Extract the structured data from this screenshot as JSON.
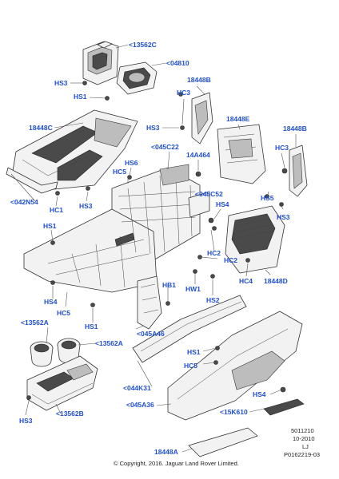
{
  "labels": [
    {
      "id": "l13562C",
      "text": "<13562C"
    },
    {
      "id": "l04810",
      "text": "<04810"
    },
    {
      "id": "lHS3a",
      "text": "HS3"
    },
    {
      "id": "lHS1a",
      "text": "HS1"
    },
    {
      "id": "l18448Ba",
      "text": "18448B"
    },
    {
      "id": "lHC3a",
      "text": "HC3"
    },
    {
      "id": "lHS3b",
      "text": "HS3"
    },
    {
      "id": "l18448C",
      "text": "18448C"
    },
    {
      "id": "l18448E",
      "text": "18448E"
    },
    {
      "id": "l18448Bb",
      "text": "18448B"
    },
    {
      "id": "l045C22",
      "text": "<045C22"
    },
    {
      "id": "l14A464",
      "text": "14A464"
    },
    {
      "id": "lHC3b",
      "text": "HC3"
    },
    {
      "id": "lHS6",
      "text": "HS6"
    },
    {
      "id": "lHC5a",
      "text": "HC5"
    },
    {
      "id": "l045C52",
      "text": "<045C52"
    },
    {
      "id": "lHS5",
      "text": "HS5"
    },
    {
      "id": "l042N54",
      "text": "<042N54"
    },
    {
      "id": "lHC1",
      "text": "HC1"
    },
    {
      "id": "lHS3c",
      "text": "HS3"
    },
    {
      "id": "lHS4a",
      "text": "HS4"
    },
    {
      "id": "lHS3d",
      "text": "HS3"
    },
    {
      "id": "lHS1b",
      "text": "HS1"
    },
    {
      "id": "lHC2a",
      "text": "HC2"
    },
    {
      "id": "lHC2b",
      "text": "HC2"
    },
    {
      "id": "lHC4",
      "text": "HC4"
    },
    {
      "id": "l18448D",
      "text": "18448D"
    },
    {
      "id": "lHB1",
      "text": "HB1"
    },
    {
      "id": "lHW1",
      "text": "HW1"
    },
    {
      "id": "lHS2",
      "text": "HS2"
    },
    {
      "id": "lHS4b",
      "text": "HS4"
    },
    {
      "id": "lHC5b",
      "text": "HC5"
    },
    {
      "id": "lHS1c",
      "text": "HS1"
    },
    {
      "id": "l13562Aa",
      "text": "<13562A"
    },
    {
      "id": "l13562Ab",
      "text": "<13562A"
    },
    {
      "id": "l045A46",
      "text": "<045A46"
    },
    {
      "id": "lHS1d",
      "text": "HS1"
    },
    {
      "id": "lHC5c",
      "text": "HC5"
    },
    {
      "id": "l044K31",
      "text": "<044K31"
    },
    {
      "id": "lHS4c",
      "text": "HS4"
    },
    {
      "id": "l045A36",
      "text": "<045A36"
    },
    {
      "id": "l15K610",
      "text": "<15K610"
    },
    {
      "id": "lHS3e",
      "text": "HS3"
    },
    {
      "id": "l13562B",
      "text": "<13562B"
    },
    {
      "id": "l18448A",
      "text": "18448A"
    }
  ],
  "footer": {
    "ref1": "5011210",
    "ref2": "10-2010",
    "ref3": "LJ",
    "ref4": "P0162219-03",
    "copyright": "© Copyright, 2016. Jaguar Land Rover Limited."
  },
  "colors": {
    "label": "#1f4fd1",
    "line": "#333333",
    "part_fill": "#f2f2f2"
  }
}
